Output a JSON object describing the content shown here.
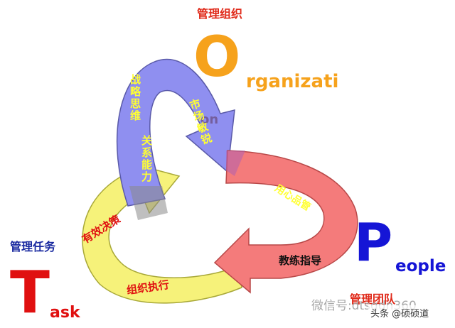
{
  "organization": {
    "heading": "管理组织",
    "letter": "O",
    "rest": "rganizati",
    "overlap": "on",
    "color": "#f6a21c"
  },
  "people": {
    "heading": "管理团队",
    "letter": "P",
    "rest": "eople",
    "color": "#1515d6"
  },
  "task": {
    "heading": "管理任务",
    "letter": "T",
    "rest": "ask",
    "color": "#e01010"
  },
  "heading_color": "#e02a1a",
  "task_heading_color": "#1a2aa0",
  "arrows": {
    "blue": {
      "color": "#8f8ff0",
      "texts": [
        "战略思维",
        "关系能力",
        "市场敏锐"
      ]
    },
    "red": {
      "color": "#f47b7b",
      "texts": [
        "用心品管",
        "教练指导"
      ]
    },
    "yellow": {
      "color": "#f6f27a",
      "texts": [
        "有效决策",
        "组织执行"
      ]
    }
  },
  "watermark": {
    "wechat": "微信号:dtsgdn360",
    "source": "头条 @硕硕道"
  }
}
